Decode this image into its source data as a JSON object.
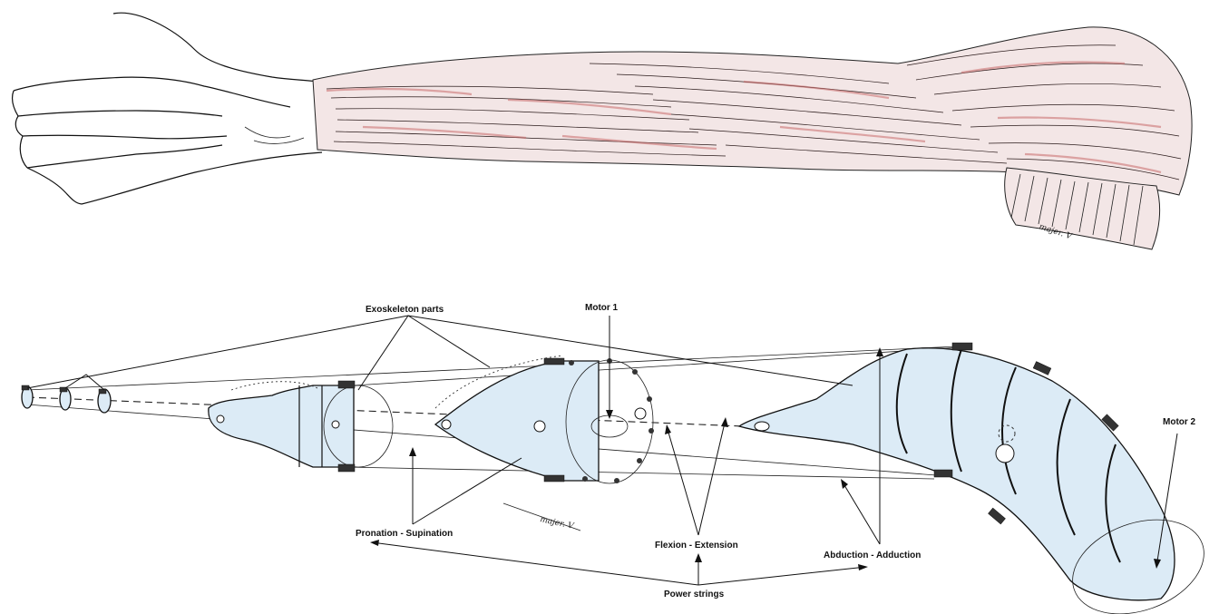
{
  "labels": {
    "exoskeleton_parts": "Exoskeleton parts",
    "motor_1": "Motor 1",
    "motor_2": "Motor 2",
    "pronation_supination": "Pronation - Supination",
    "flexion_extension": "Flexion - Extension",
    "abduction_adduction": "Abduction - Adduction",
    "power_strings": "Power strings"
  },
  "signatures": {
    "top": "majer. V",
    "bottom": "majer. V"
  },
  "colors": {
    "muscle_tint": "#c96a6a",
    "shell_tint": "#dcebf6",
    "ink": "#111111"
  }
}
